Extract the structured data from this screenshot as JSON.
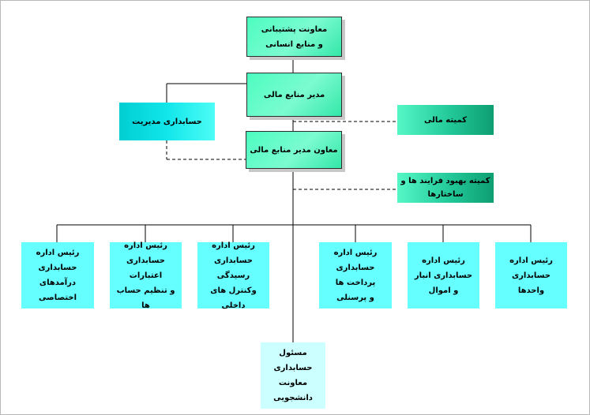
{
  "chart": {
    "top": "معاونت پشتیبانی\nو منابع انسانی",
    "director": "مدیر منابع مالی",
    "deputy": "معاون مدیر منابع مالی",
    "management_accounting": "حسابداری مدیریت",
    "finance_committee": "کمیته مالی",
    "process_committee": "کمیته بهبود فرایند ها و\nساختارها",
    "departments": [
      "رئیس اداره\nحسابداری واحدها",
      "رئیس اداره\nحسابداری انبار\nو اموال",
      "رئیس اداره\nحسابداری پرداخت ها\nو پرسنلی",
      "رئیس اداره\nحسابداری رسیدگی\nوکنترل های داخلی",
      "رئیس اداره\nحسابداری اعتبارات\nو تنظیم حساب ها",
      "رئیس اداره\nحسابداری درآمدهای\nاختصاصی"
    ],
    "student_accounting": "مسئول حسابداری\nمعاونت دانشجویی"
  },
  "colors": {
    "green_box": "#4dfdc0",
    "teal_box": "#00ced1",
    "mint_box": "#22c898",
    "department_box": "#66ffff",
    "student_box": "#ccffff",
    "line": "#000000"
  }
}
